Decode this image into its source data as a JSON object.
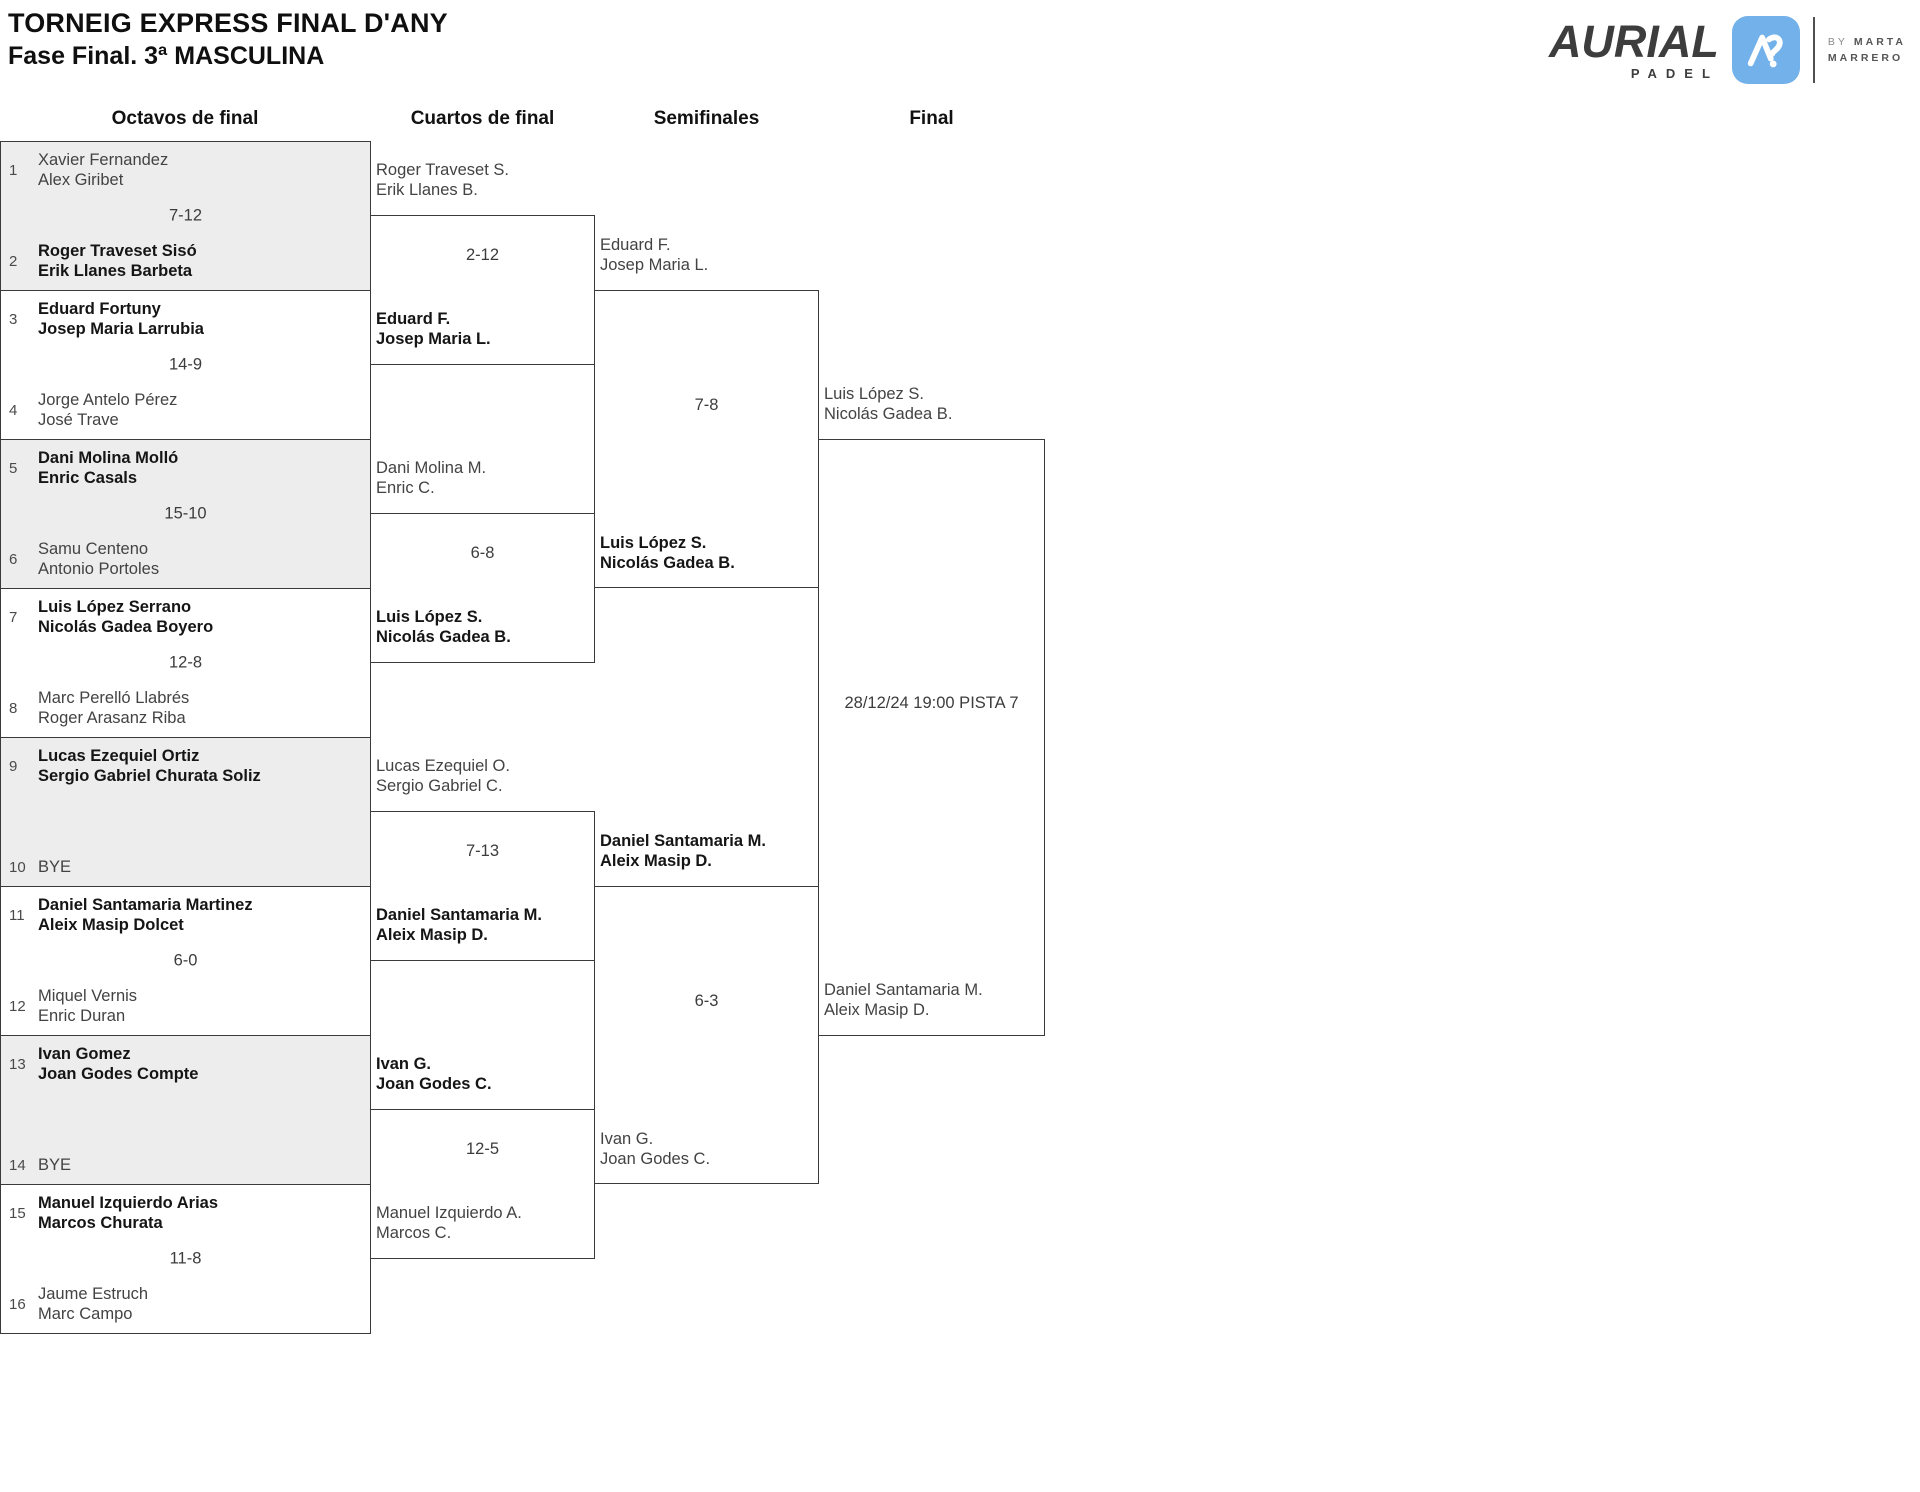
{
  "title": {
    "line1": "TORNEIG EXPRESS FINAL D'ANY",
    "line2": "Fase Final. 3ª MASCULINA"
  },
  "logo": {
    "brand": "AURIAL",
    "sub": "PADEL",
    "by_prefix": "BY",
    "by_name1": "MARTA",
    "by_name2": "MARRERO",
    "accent_blue": "#72b1e9",
    "icon": "aurial-ap-monogram-icon"
  },
  "columns": {
    "octavos": "Octavos de final",
    "cuartos": "Cuartos de final",
    "semifinales": "Semifinales",
    "final": "Final"
  },
  "octavos": [
    {
      "seed1": "1",
      "team1": [
        "Xavier Fernandez",
        "Alex Giribet"
      ],
      "score": "7-12",
      "seed2": "2",
      "team2": [
        "Roger Traveset Sisó",
        "Erik Llanes Barbeta"
      ],
      "winner": "team2"
    },
    {
      "seed1": "3",
      "team1": [
        "Eduard Fortuny",
        "Josep Maria Larrubia"
      ],
      "score": "14-9",
      "seed2": "4",
      "team2": [
        "Jorge Antelo Pérez",
        "José Trave"
      ],
      "winner": "team1"
    },
    {
      "seed1": "5",
      "team1": [
        "Dani Molina Molló",
        "Enric Casals"
      ],
      "score": "15-10",
      "seed2": "6",
      "team2": [
        "Samu Centeno",
        "Antonio Portoles"
      ],
      "winner": "team1"
    },
    {
      "seed1": "7",
      "team1": [
        "Luis López Serrano",
        "Nicolás Gadea Boyero"
      ],
      "score": "12-8",
      "seed2": "8",
      "team2": [
        "Marc Perelló Llabrés",
        "Roger Arasanz Riba"
      ],
      "winner": "team1"
    },
    {
      "seed1": "9",
      "team1": [
        "Lucas Ezequiel Ortiz",
        "Sergio Gabriel Churata Soliz"
      ],
      "score": "",
      "seed2": "10",
      "team2": [
        "BYE"
      ],
      "winner": "team1"
    },
    {
      "seed1": "11",
      "team1": [
        "Daniel Santamaria Martinez",
        "Aleix Masip Dolcet"
      ],
      "score": "6-0",
      "seed2": "12",
      "team2": [
        "Miquel Vernis",
        "Enric Duran"
      ],
      "winner": "team1"
    },
    {
      "seed1": "13",
      "team1": [
        "Ivan Gomez",
        "Joan Godes Compte"
      ],
      "score": "",
      "seed2": "14",
      "team2": [
        "BYE"
      ],
      "winner": "team1"
    },
    {
      "seed1": "15",
      "team1": [
        "Manuel Izquierdo Arias",
        "Marcos Churata"
      ],
      "score": "11-8",
      "seed2": "16",
      "team2": [
        "Jaume Estruch",
        "Marc Campo"
      ],
      "winner": "team1"
    }
  ],
  "cuartos": [
    {
      "top": [
        "Roger Traveset S.",
        "Erik Llanes B."
      ],
      "score": "2-12",
      "bottom": [
        "Eduard F.",
        "Josep Maria L."
      ],
      "winner": "bottom"
    },
    {
      "top": [
        "Dani Molina M.",
        "Enric C."
      ],
      "score": "6-8",
      "bottom": [
        "Luis López S.",
        "Nicolás Gadea B."
      ],
      "winner": "bottom"
    },
    {
      "top": [
        "Lucas Ezequiel O.",
        "Sergio Gabriel C."
      ],
      "score": "7-13",
      "bottom": [
        "Daniel Santamaria M.",
        "Aleix Masip D."
      ],
      "winner": "bottom"
    },
    {
      "top": [
        "Ivan G.",
        "Joan Godes C."
      ],
      "score": "12-5",
      "bottom": [
        "Manuel Izquierdo A.",
        "Marcos C."
      ],
      "winner": "top"
    }
  ],
  "semifinales": [
    {
      "top": [
        "Eduard F.",
        "Josep Maria L."
      ],
      "score": "7-8",
      "bottom": [
        "Luis López S.",
        "Nicolás Gadea B."
      ],
      "winner": "bottom"
    },
    {
      "top": [
        "Daniel Santamaria M.",
        "Aleix Masip D."
      ],
      "score": "6-3",
      "bottom": [
        "Ivan G.",
        "Joan Godes C."
      ],
      "winner": "top"
    }
  ],
  "final_match": {
    "top": [
      "Luis López S.",
      "Nicolás Gadea B."
    ],
    "info": "28/12/24 19:00 PISTA 7",
    "bottom": [
      "Daniel Santamaria M.",
      "Aleix Masip D."
    ]
  }
}
